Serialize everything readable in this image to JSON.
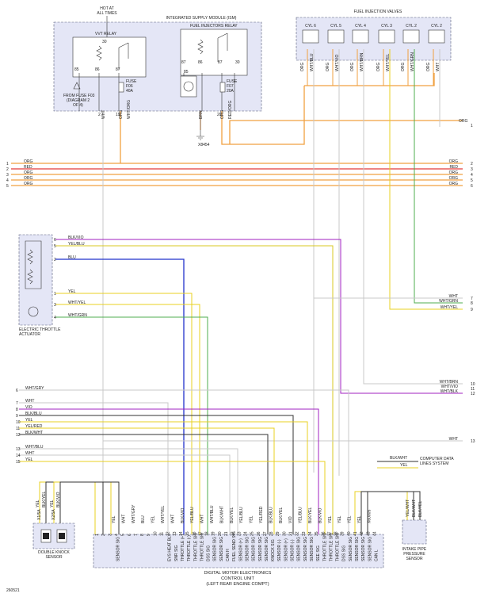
{
  "diagram_id": "260521",
  "colors": {
    "ORG": "#f0a040",
    "RED": "#e23a3a",
    "BLU": "#2233cc",
    "VIO": "#a020c0",
    "YEL": "#e8d020",
    "WHT": "#c8c8c8",
    "GRY": "#a0a0a0",
    "GRN": "#4fae4f",
    "BLK": "#333333",
    "BRN": "#8b5a2b"
  },
  "power": {
    "line1": "HOT AT",
    "line2": "ALL TIMES"
  },
  "ism": {
    "title": "INTEGRATED SUPPLY MODULE (ISM)"
  },
  "vvt_relay": {
    "label": "VVT RELAY",
    "pins": [
      "30",
      "85",
      "86",
      "87"
    ]
  },
  "fuel_relay": {
    "label": "FUEL INJECTORS RELAY",
    "pins": [
      "87",
      "86",
      "87",
      "30",
      "85"
    ]
  },
  "fuses": [
    {
      "name": "FUSE",
      "id": "F06",
      "rating": "40A"
    },
    {
      "name": "FUSE",
      "id": "F07",
      "rating": "20A"
    }
  ],
  "from_fuse": {
    "line1": "FROM FUSE F03",
    "line2": "(DIAGRAM 2",
    "line3": "OF 4)"
  },
  "ism_out": [
    {
      "pin": "2",
      "wire": "WHT"
    },
    {
      "pin": "19",
      "wire": "ORG"
    },
    {
      "pin": "",
      "wire": "WHT/ORG"
    },
    {
      "pin": "",
      "wire": "BRN"
    },
    {
      "pin": "20",
      "wire": "ORG"
    },
    {
      "pin": "",
      "wire": "RED/ORG"
    }
  ],
  "ground": "X8454",
  "fiv": {
    "title": "FUEL INJECTION VALVES",
    "cylinders": [
      "CYL 6",
      "CYL 5",
      "CYL 4",
      "CYL 3",
      "CYL 2",
      "CYL 2"
    ],
    "wires": [
      {
        "a": "ORG",
        "b": "WHT/BLU"
      },
      {
        "a": "ORG",
        "b": "WHT/VIO"
      },
      {
        "a": "ORG",
        "b": "WHT/BRN"
      },
      {
        "a": "ORG",
        "b": "WHT/YEL"
      },
      {
        "a": "ORG",
        "b": "WHT/GRN"
      },
      {
        "a": "ORG",
        "b": "WHT"
      }
    ],
    "bus_label": "ORG"
  },
  "harness_left": [
    {
      "n": "1",
      "label": "ORG",
      "color": "ORG"
    },
    {
      "n": "2",
      "label": "RED",
      "color": "RED"
    },
    {
      "n": "3",
      "label": "ORG",
      "color": "ORG"
    },
    {
      "n": "4",
      "label": "ORG",
      "color": "ORG"
    },
    {
      "n": "5",
      "label": "ORG",
      "color": "ORG"
    }
  ],
  "harness_right": [
    {
      "n": "1",
      "label": "ORG"
    },
    {
      "n": "2",
      "label": "ORG"
    },
    {
      "n": "3",
      "label": "RED"
    },
    {
      "n": "4",
      "label": "ORG"
    },
    {
      "n": "5",
      "label": "ORG"
    },
    {
      "n": "6",
      "label": "ORG"
    }
  ],
  "throttle": {
    "label1": "ELECTRIC THROTTLE",
    "label2": "ACTUATOR",
    "pins": [
      {
        "pin": "6",
        "wire": "BLK/VIO"
      },
      {
        "pin": "5",
        "wire": "YEL/BLU"
      },
      {
        "pin": "2",
        "wire": "BLU"
      },
      {
        "pin": "1",
        "wire": "YEL"
      },
      {
        "pin": "3",
        "wire": "WHT/YEL"
      },
      {
        "pin": "4",
        "wire": "WHT/GRN"
      }
    ]
  },
  "right_group1": [
    {
      "n": "7",
      "wire": "WHT"
    },
    {
      "n": "8",
      "wire": "WHT/GRN"
    },
    {
      "n": "9",
      "wire": "WHT/YEL"
    }
  ],
  "right_group2": [
    {
      "n": "10",
      "wire": "WHT/BRN"
    },
    {
      "n": "11",
      "wire": "WHT/VIO"
    },
    {
      "n": "12",
      "wire": "WHT/BLK"
    },
    {
      "n": "13",
      "wire": "WHT"
    }
  ],
  "left_bundle": [
    {
      "n": "6",
      "wire": "WHT/GRY"
    },
    {
      "n": "7",
      "wire": "WHT"
    },
    {
      "n": "8",
      "wire": "VIO"
    },
    {
      "n": "9",
      "wire": "BLK/BLU"
    },
    {
      "n": "10",
      "wire": "YEL"
    },
    {
      "n": "11",
      "wire": "YEL/RED"
    },
    {
      "n": "12",
      "wire": "BLK/WHT"
    },
    {
      "n": "13",
      "wire": "WHT/BLU"
    },
    {
      "n": "14",
      "wire": "WHT"
    },
    {
      "n": "15",
      "wire": "YEL"
    }
  ],
  "comp_data": {
    "w1": "BLK/WHT",
    "w2": "YEL",
    "line1": "COMPUTER DATA",
    "line2": "LINES SYSTEM"
  },
  "knock": {
    "line1": "DOUBLE KNOCK",
    "line2": "SENSOR",
    "wires": [
      "YEL",
      "BLK/YEL",
      "YEL",
      "BLK/VIO"
    ],
    "plugs": [
      "X1/5A",
      "X2/5A"
    ]
  },
  "intake": {
    "line1": "INTAKE PIPE",
    "line2": "PRESSURE",
    "line3": "SENSOR",
    "wires": [
      "YEL/WHT",
      "BLK/WHT",
      "BLK/YEL"
    ]
  },
  "dme": {
    "line1": "DIGITAL MOTOR ELECTRONICS",
    "line2": "CONTROL UNIT",
    "line3": "(LEFT REAR ENGINE COMPT)",
    "wires": [
      "YEL",
      "WHT",
      "WHT/GRY",
      "BLU",
      "YEL",
      "WHT/YEL",
      "WHT",
      "BLK/VIO",
      "YEL/BLU",
      "WHT",
      "WHT/BLU",
      "BLK/WHT",
      "BLK/YEL",
      "YEL/BLU",
      "YEL",
      "YEL/RED",
      "BLK/BLU",
      "BLK/YEL",
      "VIO",
      "YEL/BLU",
      "BLK/YEL",
      "BLK/VIO",
      "YEL",
      "YEL",
      "YEL",
      "YEL",
      "X60005"
    ],
    "pins": [
      {
        "n": "1",
        "label": ""
      },
      {
        "n": "2",
        "label": ""
      },
      {
        "n": "3",
        "label": ""
      },
      {
        "n": "4",
        "label": "SENSOR SIG"
      },
      {
        "n": "5",
        "label": ""
      },
      {
        "n": "6",
        "label": ""
      },
      {
        "n": "7",
        "label": ""
      },
      {
        "n": "8",
        "label": ""
      },
      {
        "n": "9",
        "label": ""
      },
      {
        "n": "10",
        "label": ""
      },
      {
        "n": "11",
        "label": ""
      },
      {
        "n": "12",
        "label": "EVS HEAT BLY"
      },
      {
        "n": "13",
        "label": "SNR SIG"
      },
      {
        "n": "14",
        "label": "THROTTLE (+)"
      },
      {
        "n": "15",
        "label": "THROTTLE (-)"
      },
      {
        "n": "16",
        "label": "THROTTLE SIG"
      },
      {
        "n": "17",
        "label": "THROTTLE SIG"
      },
      {
        "n": "18",
        "label": "DSS SIG"
      },
      {
        "n": "19",
        "label": "SENSOR SIG"
      },
      {
        "n": "20",
        "label": "SENSOR SIG"
      },
      {
        "n": "21",
        "label": "CAN H"
      },
      {
        "n": "22",
        "label": "FUEL SEND SIG"
      },
      {
        "n": "23",
        "label": "SENSOR (+)"
      },
      {
        "n": "24",
        "label": "SENSOR SIG"
      },
      {
        "n": "25",
        "label": "SENSOR SIG"
      },
      {
        "n": "26",
        "label": "SENSOR SIG"
      },
      {
        "n": "27",
        "label": "SENSOR SIG"
      },
      {
        "n": "28",
        "label": "KNOCK SIG"
      },
      {
        "n": "29",
        "label": "SENSOR (-)"
      },
      {
        "n": "30",
        "label": "SENSOR (+)"
      },
      {
        "n": "31",
        "label": "SENSOR (-)"
      },
      {
        "n": "32",
        "label": "SENSOR SIG"
      },
      {
        "n": "33",
        "label": "SENSOR SIG"
      },
      {
        "n": "34",
        "label": "SENSOR SIG"
      },
      {
        "n": "35",
        "label": "SEE SIG"
      },
      {
        "n": "36",
        "label": "THROTTLE SIG"
      },
      {
        "n": "37",
        "label": "THROTTLE SIG"
      },
      {
        "n": "38",
        "label": "THROTTLE SIG"
      },
      {
        "n": "39",
        "label": "DSS SIG"
      },
      {
        "n": "40",
        "label": "SENSOR SIG"
      },
      {
        "n": "41",
        "label": "SENSOR SIG"
      },
      {
        "n": "42",
        "label": "SENSOR SIG"
      },
      {
        "n": "43",
        "label": "SENSOR SIG"
      },
      {
        "n": "44",
        "label": "CAN L"
      }
    ]
  }
}
